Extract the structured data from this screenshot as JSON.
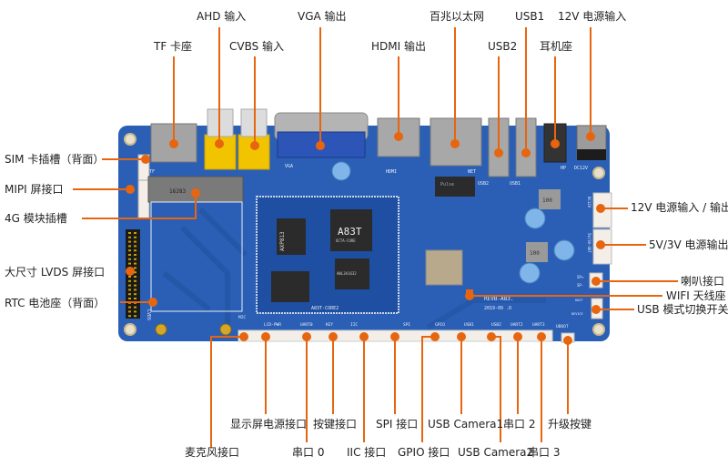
{
  "title": "A83T development board interface diagram",
  "colors": {
    "board": "#2a5fb5",
    "board_dark": "#1f4d9c",
    "callout": "#e8650f",
    "silkscreen": "#e8eef8",
    "metal": "#9c9c9c",
    "yellow": "#f2c400",
    "vga_blue": "#2d55b8",
    "connector_white": "#f3efe8",
    "chip": "#2b2b2b"
  },
  "labels": {
    "top": [
      {
        "id": "ahd",
        "text": "AHD 输入"
      },
      {
        "id": "vga",
        "text": "VGA 输出"
      },
      {
        "id": "ethernet",
        "text": "百兆以太网"
      },
      {
        "id": "usb1",
        "text": "USB1"
      },
      {
        "id": "dc12v",
        "text": "12V 电源输入"
      },
      {
        "id": "tf",
        "text": "TF 卡座"
      },
      {
        "id": "cvbs",
        "text": "CVBS 输入"
      },
      {
        "id": "hdmi",
        "text": "HDMI 输出"
      },
      {
        "id": "usb2",
        "text": "USB2"
      },
      {
        "id": "headphone",
        "text": "耳机座"
      }
    ],
    "left": [
      {
        "id": "sim",
        "text": "SIM 卡插槽（背面）"
      },
      {
        "id": "mipi",
        "text": "MIPI 屏接口"
      },
      {
        "id": "4g",
        "text": "4G 模块插槽"
      },
      {
        "id": "lvds",
        "text": "大尺寸 LVDS 屏接口"
      },
      {
        "id": "rtc",
        "text": "RTC 电池座（背面）"
      }
    ],
    "right": [
      {
        "id": "pwr12",
        "text": "12V 电源输入 / 输出"
      },
      {
        "id": "pwr5",
        "text": "5V/3V 电源输出"
      },
      {
        "id": "speaker",
        "text": "喇叭接口"
      },
      {
        "id": "wifi",
        "text": "WIFI 天线座"
      },
      {
        "id": "usbmode",
        "text": "USB 模式切换开关"
      }
    ],
    "bottom": [
      {
        "id": "lcdpwr",
        "text": "显示屏电源接口"
      },
      {
        "id": "key",
        "text": "按键接口"
      },
      {
        "id": "spi",
        "text": "SPI 接口"
      },
      {
        "id": "usbcam1",
        "text": "USB Camera1"
      },
      {
        "id": "uart2",
        "text": "串口 2"
      },
      {
        "id": "upgrade",
        "text": "升级按键"
      },
      {
        "id": "mic",
        "text": "麦克风接口"
      },
      {
        "id": "uart0",
        "text": "串口 0"
      },
      {
        "id": "iic",
        "text": "IIC 接口"
      },
      {
        "id": "gpio",
        "text": "GPIO 接口"
      },
      {
        "id": "usbcam2",
        "text": "USB Camera2"
      },
      {
        "id": "uart3",
        "text": "串口 3"
      }
    ]
  },
  "silkscreen": {
    "tf": "TF",
    "vga": "VGA",
    "hdmi": "HDMI",
    "net": "NET",
    "usb2": "USB2",
    "usb1": "USB1",
    "hp": "HP",
    "dc12v": "DC12V",
    "ssd": "16283",
    "mic": "MIC",
    "lcd_pwr": "LCD-PWR",
    "uart0": "UART0",
    "key": "KEY",
    "iic": "IIC",
    "spi": "SPI",
    "gpio": "GPIO",
    "usb1_hdr": "USB1",
    "usb2_hdr": "USB2",
    "uart2": "UART2",
    "uart3": "UART3",
    "uboot": "UBOOT",
    "rev": "REVB-A83.",
    "date": "2019-09 .D",
    "core": "A83T-CORE2",
    "soc": "A83T",
    "soc_sub": "OCTA-CORE",
    "pmic": "AXP813",
    "emmc": "AWL3A1632",
    "dc12v_side": "DC12V",
    "out_side": "5V/3V-OUT",
    "sp_plus": "SP+",
    "sp_minus": "SP-",
    "host": "HOST",
    "device": "DEVICE",
    "lvds": "LVDS",
    "ind": "100",
    "pulse": "Pulse"
  }
}
